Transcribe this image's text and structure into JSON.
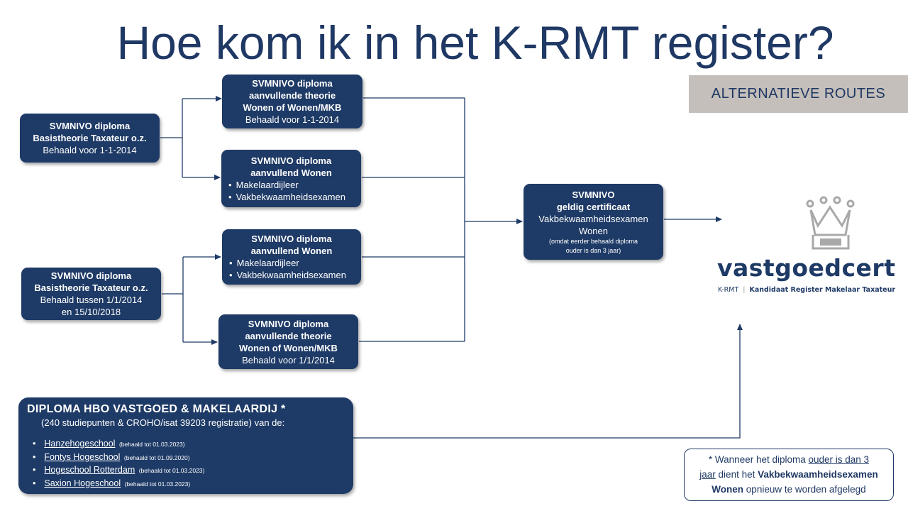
{
  "title": "Hoe kom ik in het K-RMT register?",
  "tag": "ALTERNATIEVE  ROUTES",
  "boxes": {
    "basis1": {
      "l1": "SVMNIVO diploma",
      "l2": "Basistheorie Taxateur o.z.",
      "l3": "Behaald voor 1-1-2014"
    },
    "theorie1": {
      "l1": "SVMNIVO diploma",
      "l2": "aanvullende theorie",
      "l3": "Wonen of Wonen/MKB",
      "l4": "Behaald  voor  1-1-2014"
    },
    "wonen1": {
      "l1": "SVMNIVO diploma",
      "l2": "aanvullend Wonen",
      "i1": "Makelaardijleer",
      "i2": "Vakbekwaamheidsexamen"
    },
    "basis2": {
      "l1": "SVMNIVO diploma",
      "l2": "Basistheorie Taxateur o.z.",
      "l3": "Behaald tussen 1/1/2014",
      "l4": "en 15/10/2018"
    },
    "wonen2": {
      "l1": "SVMNIVO diploma",
      "l2": "aanvullend Wonen",
      "i1": "Makelaardijleer",
      "i2": "Vakbekwaamheidsexamen"
    },
    "theorie2": {
      "l1": "SVMNIVO diploma",
      "l2": "aanvullende theorie",
      "l3": "Wonen of Wonen/MKB",
      "l4": "Behaald voor 1/1/2014"
    },
    "cert": {
      "l1": "SVMNIVO",
      "l2": "geldig certificaat",
      "l3": "Vakbekwaamheidsexamen",
      "l4": "Wonen",
      "s1": "(omdat eerder behaald diploma",
      "s2": "ouder is dan 3 jaar)"
    }
  },
  "hbo": {
    "heading": "DIPLOMA HBO VASTGOED  & MAKELAARDIJ  *",
    "sub": "(240 studiepunten & CROHO/isat 39203 registratie) van de:",
    "schools": [
      {
        "name": "Hanzehogeschool",
        "date": "(behaald tot 01.03.2023)"
      },
      {
        "name": "Fontys Hogeschool",
        "date": "(behaald tot 01.09.2020)"
      },
      {
        "name": "Hogeschool  Rotterdam",
        "date": "(behaald tot 01.03.2023)"
      },
      {
        "name": "Saxion Hogeschool",
        "date": "(behaald tot 01.03.2023)"
      }
    ]
  },
  "note": {
    "p1": "* Wanneer het diploma ",
    "p2": "ouder  is dan 3",
    "p3": "jaar",
    "p4": " dient het ",
    "p5": "Vakbekwaamheidsexamen",
    "p6": "Wonen",
    "p7": " opnieuw te worden afgelegd"
  },
  "logo": {
    "name": "vastgoedcert",
    "sub1": "K-RMT",
    "sep": "|",
    "sub2": "Kandidaat Register Makelaar Taxateur"
  },
  "colors": {
    "navy": "#1e3a66",
    "title": "#1f3864",
    "tag_bg": "#c4bfba"
  }
}
